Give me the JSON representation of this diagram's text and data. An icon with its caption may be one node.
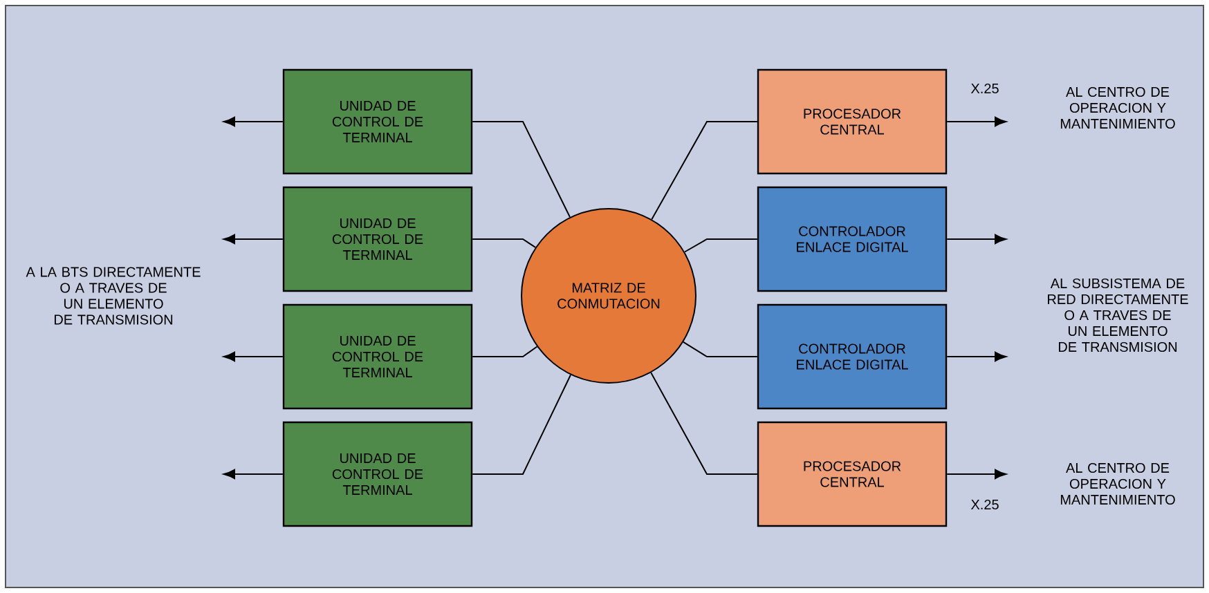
{
  "diagram": {
    "nodes": [
      {
        "text": [
          "UNIDAD DE CONTROL DE TERMINAL"
        ]
      },
      {
        "text": [
          "UNIDAD DE CONTROL DE TERMINAL"
        ]
      },
      {
        "text": [
          "UNIDAD DE CONTROL DE TERMINAL"
        ]
      },
      {
        "text": [
          "UNIDAD DE CONTROL DE TERMINAL"
        ]
      },
      {
        "text": [
          "MATRIZ DE CONMUTACION"
        ]
      },
      {
        "text": [
          "PROCESADOR CENTRAL"
        ]
      },
      {
        "text": [
          "CONTROLADOR ENLACE DIGITAL"
        ]
      },
      {
        "text": [
          "CONTROLADOR ENLACE DIGITAL"
        ]
      },
      {
        "text": [
          "PROCESADOR CENTRAL"
        ]
      }
    ],
    "edges": [
      {
        "from": 4,
        "to": 0,
        "arrow": "none"
      },
      {
        "from": 4,
        "to": 1,
        "arrow": "none"
      },
      {
        "from": 4,
        "to": 2,
        "arrow": "none"
      },
      {
        "from": 4,
        "to": 3,
        "arrow": "none"
      },
      {
        "from": 4,
        "to": 5,
        "arrow": "none"
      },
      {
        "from": 4,
        "to": 6,
        "arrow": "none"
      },
      {
        "from": 4,
        "to": 7,
        "arrow": "none"
      },
      {
        "from": 4,
        "to": 8,
        "arrow": "none"
      },
      {
        "from": 0,
        "to": null,
        "arrow": "to"
      },
      {
        "from": 1,
        "to": null,
        "arrow": "to"
      },
      {
        "from": 2,
        "to": null,
        "arrow": "to"
      },
      {
        "from": 3,
        "to": null,
        "arrow": "to"
      },
      {
        "from": 5,
        "to": null,
        "arrow": "to",
        "label": "X.25"
      },
      {
        "from": 6,
        "to": null,
        "arrow": "to"
      },
      {
        "from": 7,
        "to": null,
        "arrow": "to"
      },
      {
        "from": 8,
        "to": null,
        "arrow": "to",
        "label": "X.25"
      }
    ],
    "labels": [
      "A LA BTS DIRECTAMENTE O A TRAVES DE UN ELEMENTO DE TRANSMISION",
      "AL CENTRO DE OPERACION Y MANTENIMIENTO",
      "AL SUBSISTEMA DE RED DIRECTAMENTE O A TRAVES DE UN ELEMENTO DE TRANSMISION",
      "AL CENTRO DE OPERACION Y MANTENIMIENTO"
    ]
  }
}
